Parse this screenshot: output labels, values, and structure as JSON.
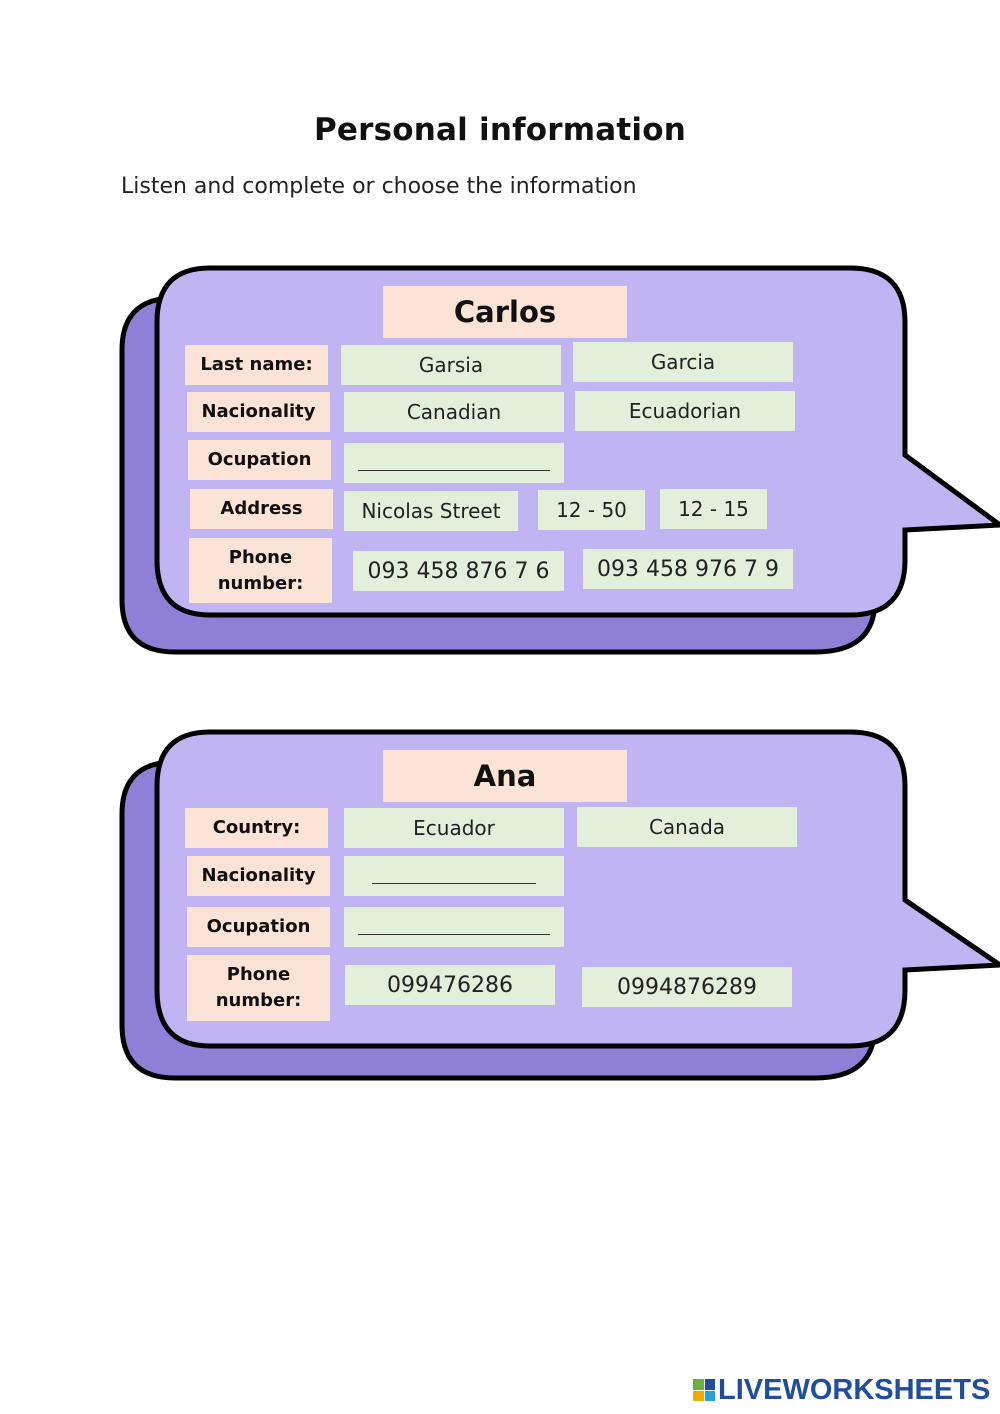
{
  "page": {
    "title": "Personal information",
    "instructions": "Listen and complete or choose the information"
  },
  "carlos": {
    "name": "Carlos",
    "last_name_label": "Last name:",
    "last_name_options": [
      "Garsia",
      "Garcia"
    ],
    "nationality_label": "Nacionality",
    "nationality_options": [
      "Canadian",
      "Ecuadorian"
    ],
    "occupation_label": "Ocupation",
    "address_label": "Address",
    "address_street": "Nicolas Street",
    "address_numbers": [
      "12 - 50",
      "12 - 15"
    ],
    "phone_label": "Phone number:",
    "phone_options": [
      "093 458 876 7 6",
      "093 458 976 7 9"
    ]
  },
  "ana": {
    "name": "Ana",
    "country_label": "Country:",
    "country_options": [
      "Ecuador",
      "Canada"
    ],
    "nationality_label": "Nacionality",
    "occupation_label": "Ocupation",
    "phone_label": "Phone number:",
    "phone_options": [
      "099476286",
      "0994876289"
    ]
  },
  "brand": {
    "text": "LIVEWORKSHEETS",
    "logo_colors": [
      "#6cb33e",
      "#1f4e9c",
      "#f2a900",
      "#2a9fd8"
    ]
  },
  "colors": {
    "bubble_fill": "#c1b4f2",
    "bubble_shadow": "#8f7fd6",
    "label_fill": "#fbe3d6",
    "option_fill": "#e2efda"
  }
}
